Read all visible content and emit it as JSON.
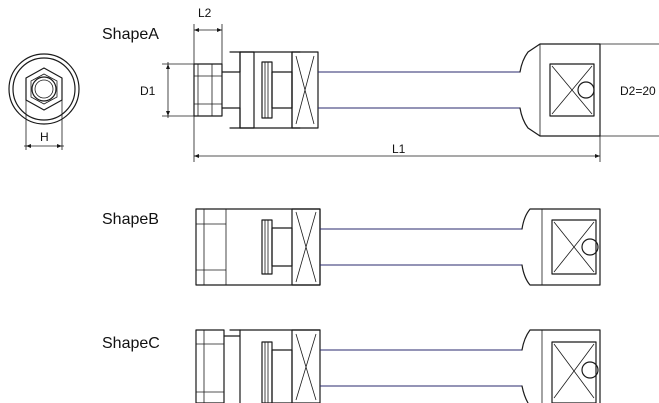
{
  "labels": {
    "shape_a": "ShapeA",
    "shape_b": "ShapeB",
    "shape_c": "ShapeC",
    "l2": "L2",
    "d1": "D1",
    "d2": "D2=20",
    "l1": "L1",
    "h": "H"
  }
}
